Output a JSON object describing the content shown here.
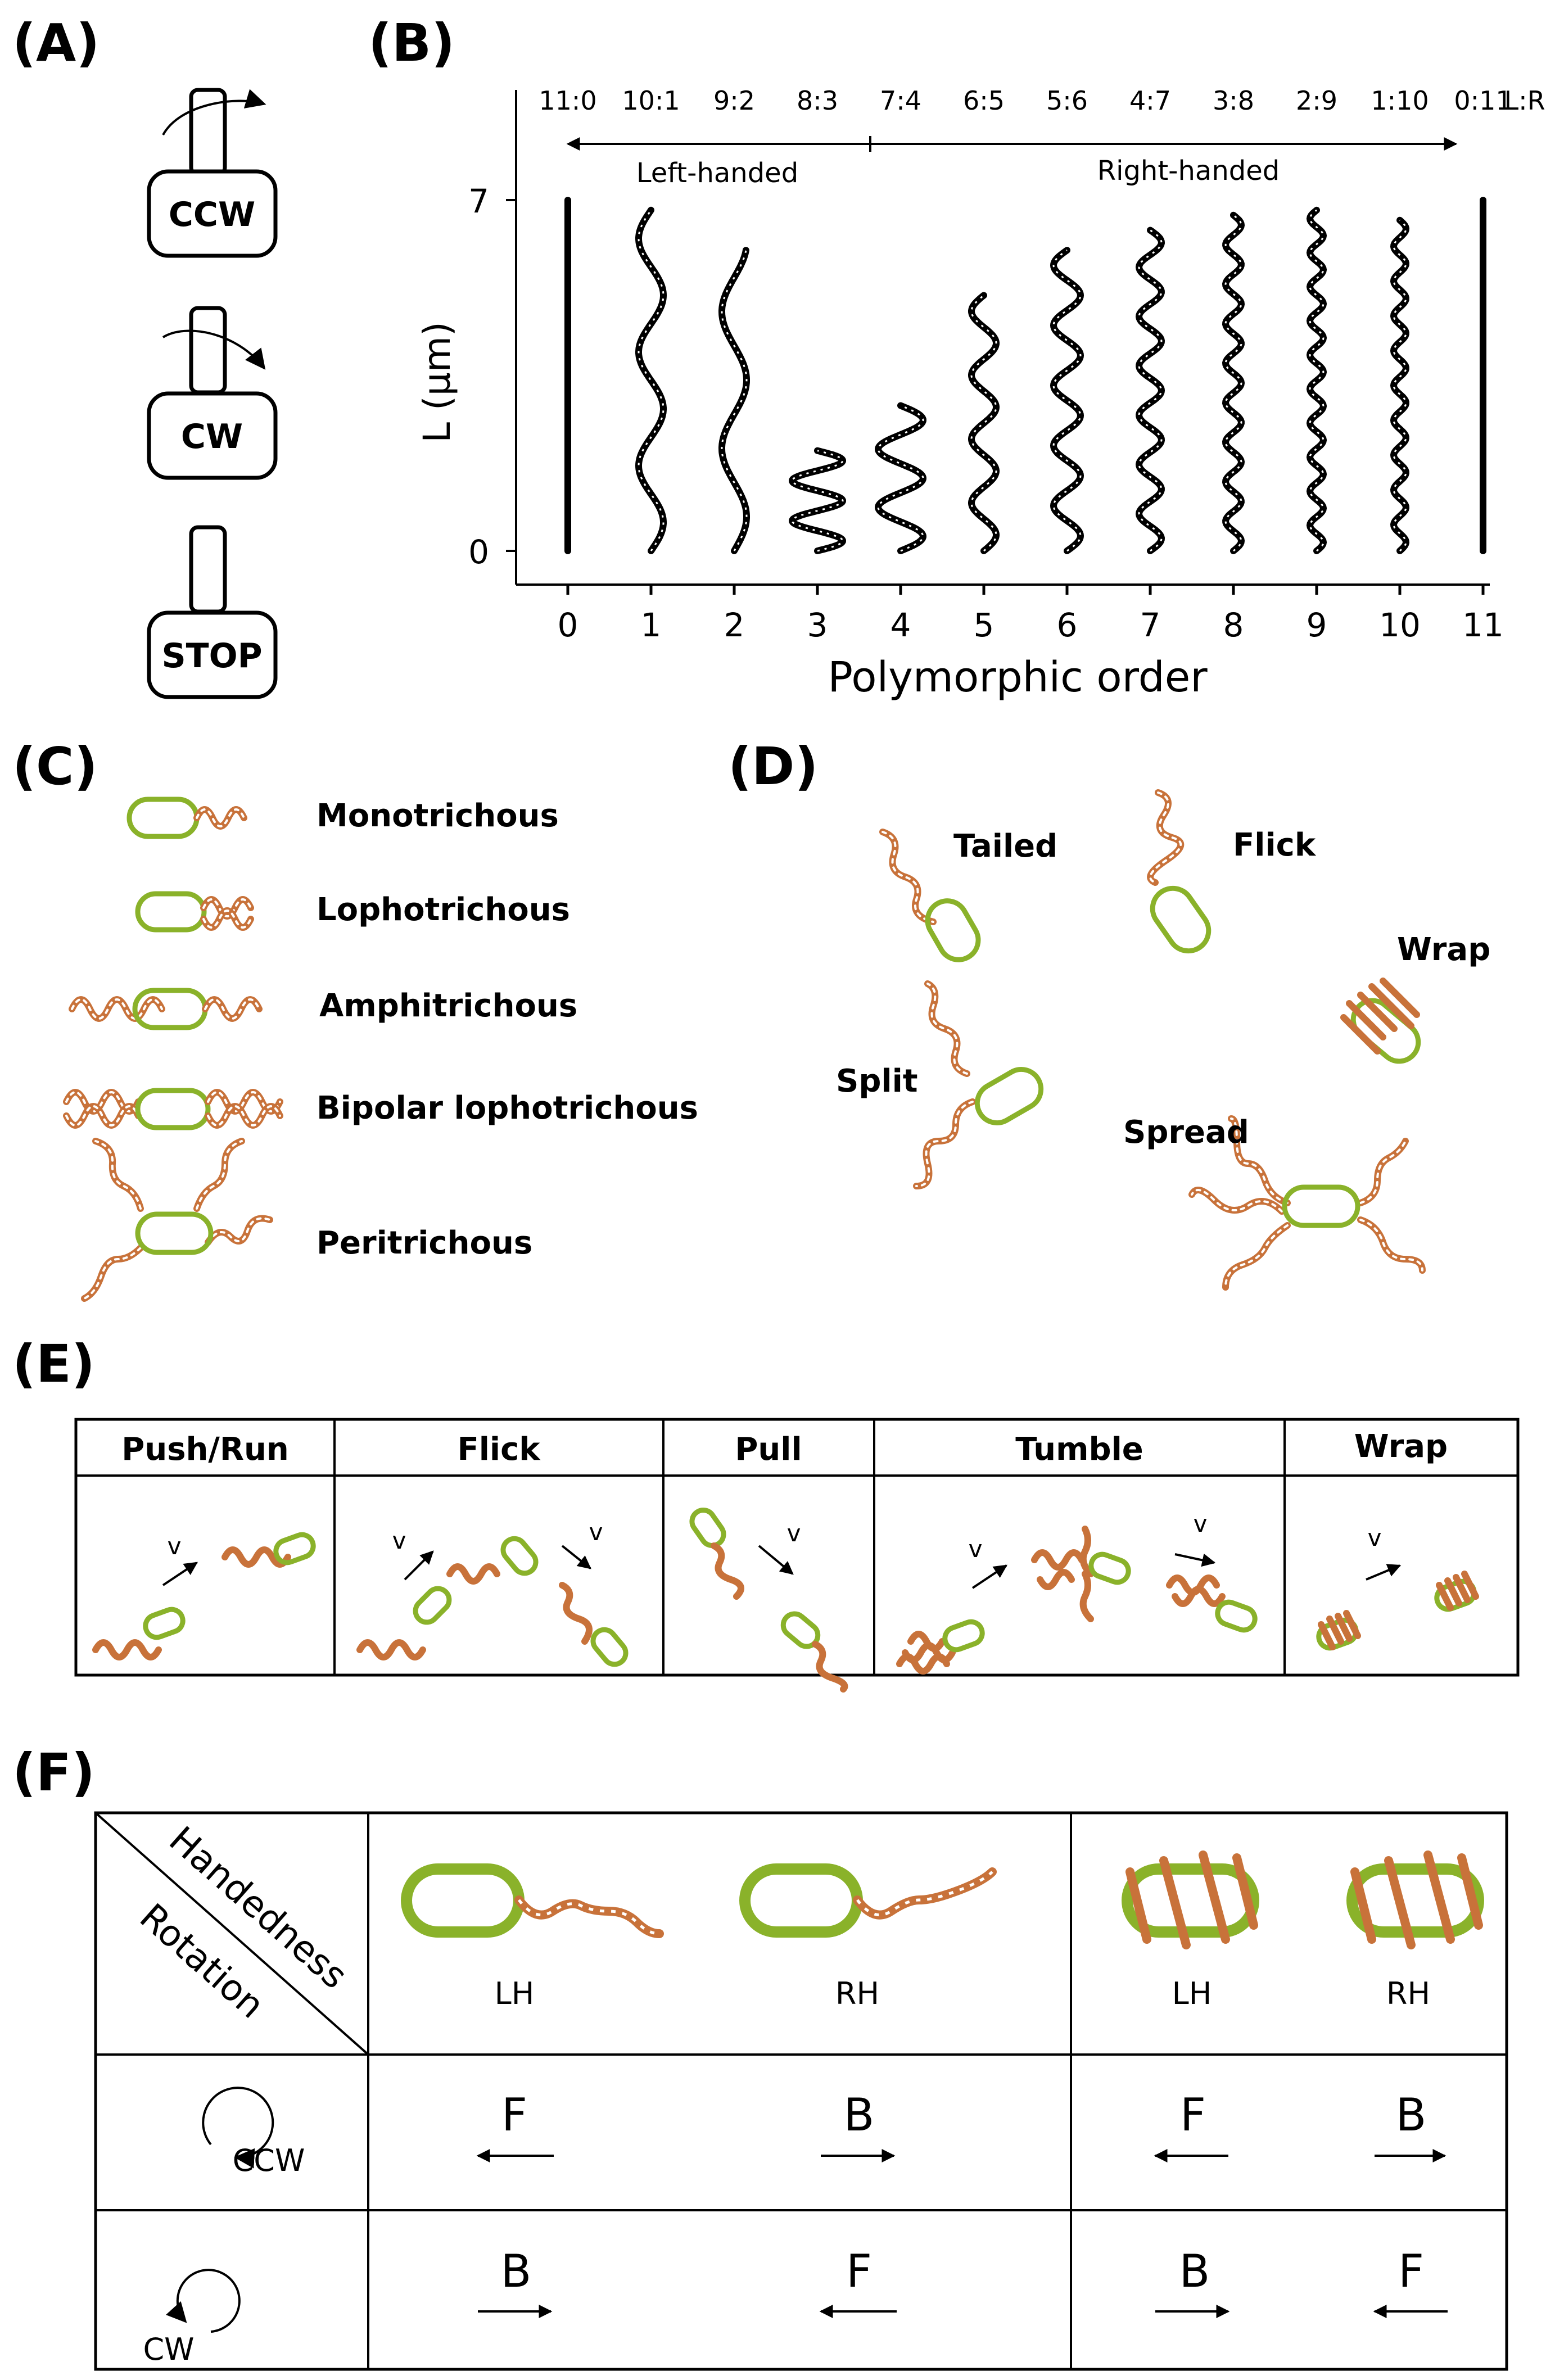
{
  "panels": {
    "a": "(A)",
    "b": "(B)",
    "c": "(C)",
    "d": "(D)",
    "e": "(E)",
    "f": "(F)"
  },
  "motor": {
    "ccw": "CCW",
    "cw": "CW",
    "stop": "STOP"
  },
  "polymorph": {
    "ratio_header": "L:R",
    "ratios": [
      "11:0",
      "10:1",
      "9:2",
      "8:3",
      "7:4",
      "6:5",
      "5:6",
      "4:7",
      "3:8",
      "2:9",
      "1:10",
      "0:11"
    ],
    "left_label": "Left-handed",
    "right_label": "Right-handed",
    "ylabel": "L (µm)",
    "xlabel": "Polymorphic order",
    "yticks": [
      "0",
      "7"
    ],
    "xticks": [
      "0",
      "1",
      "2",
      "3",
      "4",
      "5",
      "6",
      "7",
      "8",
      "9",
      "10",
      "11"
    ]
  },
  "chart_data": {
    "type": "diagram",
    "orders": [
      0,
      1,
      2,
      3,
      4,
      5,
      6,
      7,
      8,
      9,
      10,
      11
    ],
    "ratios": [
      "11:0",
      "10:1",
      "9:2",
      "8:3",
      "7:4",
      "6:5",
      "5:6",
      "4:7",
      "3:8",
      "2:9",
      "1:10",
      "0:11"
    ],
    "length_um": [
      7.0,
      6.8,
      6.0,
      2.0,
      2.9,
      5.1,
      6.0,
      6.4,
      6.7,
      6.8,
      6.6,
      7.0
    ],
    "ylim": [
      0,
      7
    ]
  },
  "arrangements": [
    "Monotrichous",
    "Lophotrichous",
    "Amphitrichous",
    "Bipolar lophotrichous",
    "Peritrichous"
  ],
  "conformations": {
    "tailed": "Tailed",
    "flick": "Flick",
    "wrap": "Wrap",
    "split": "Split",
    "spread": "Spread"
  },
  "modes": {
    "headers": [
      "Push/Run",
      "Flick",
      "Pull",
      "Tumble",
      "Wrap"
    ],
    "v": "v"
  },
  "table": {
    "handedness": "Handedness",
    "rotation": "Rotation",
    "lh": "LH",
    "rh": "RH",
    "ccw": "CCW",
    "cw": "CW",
    "rows": [
      [
        "F",
        "B",
        "F",
        "B"
      ],
      [
        "B",
        "F",
        "B",
        "F"
      ]
    ]
  },
  "colors": {
    "cell_body": "#8ab22a",
    "flagellum": "#c8723a"
  }
}
